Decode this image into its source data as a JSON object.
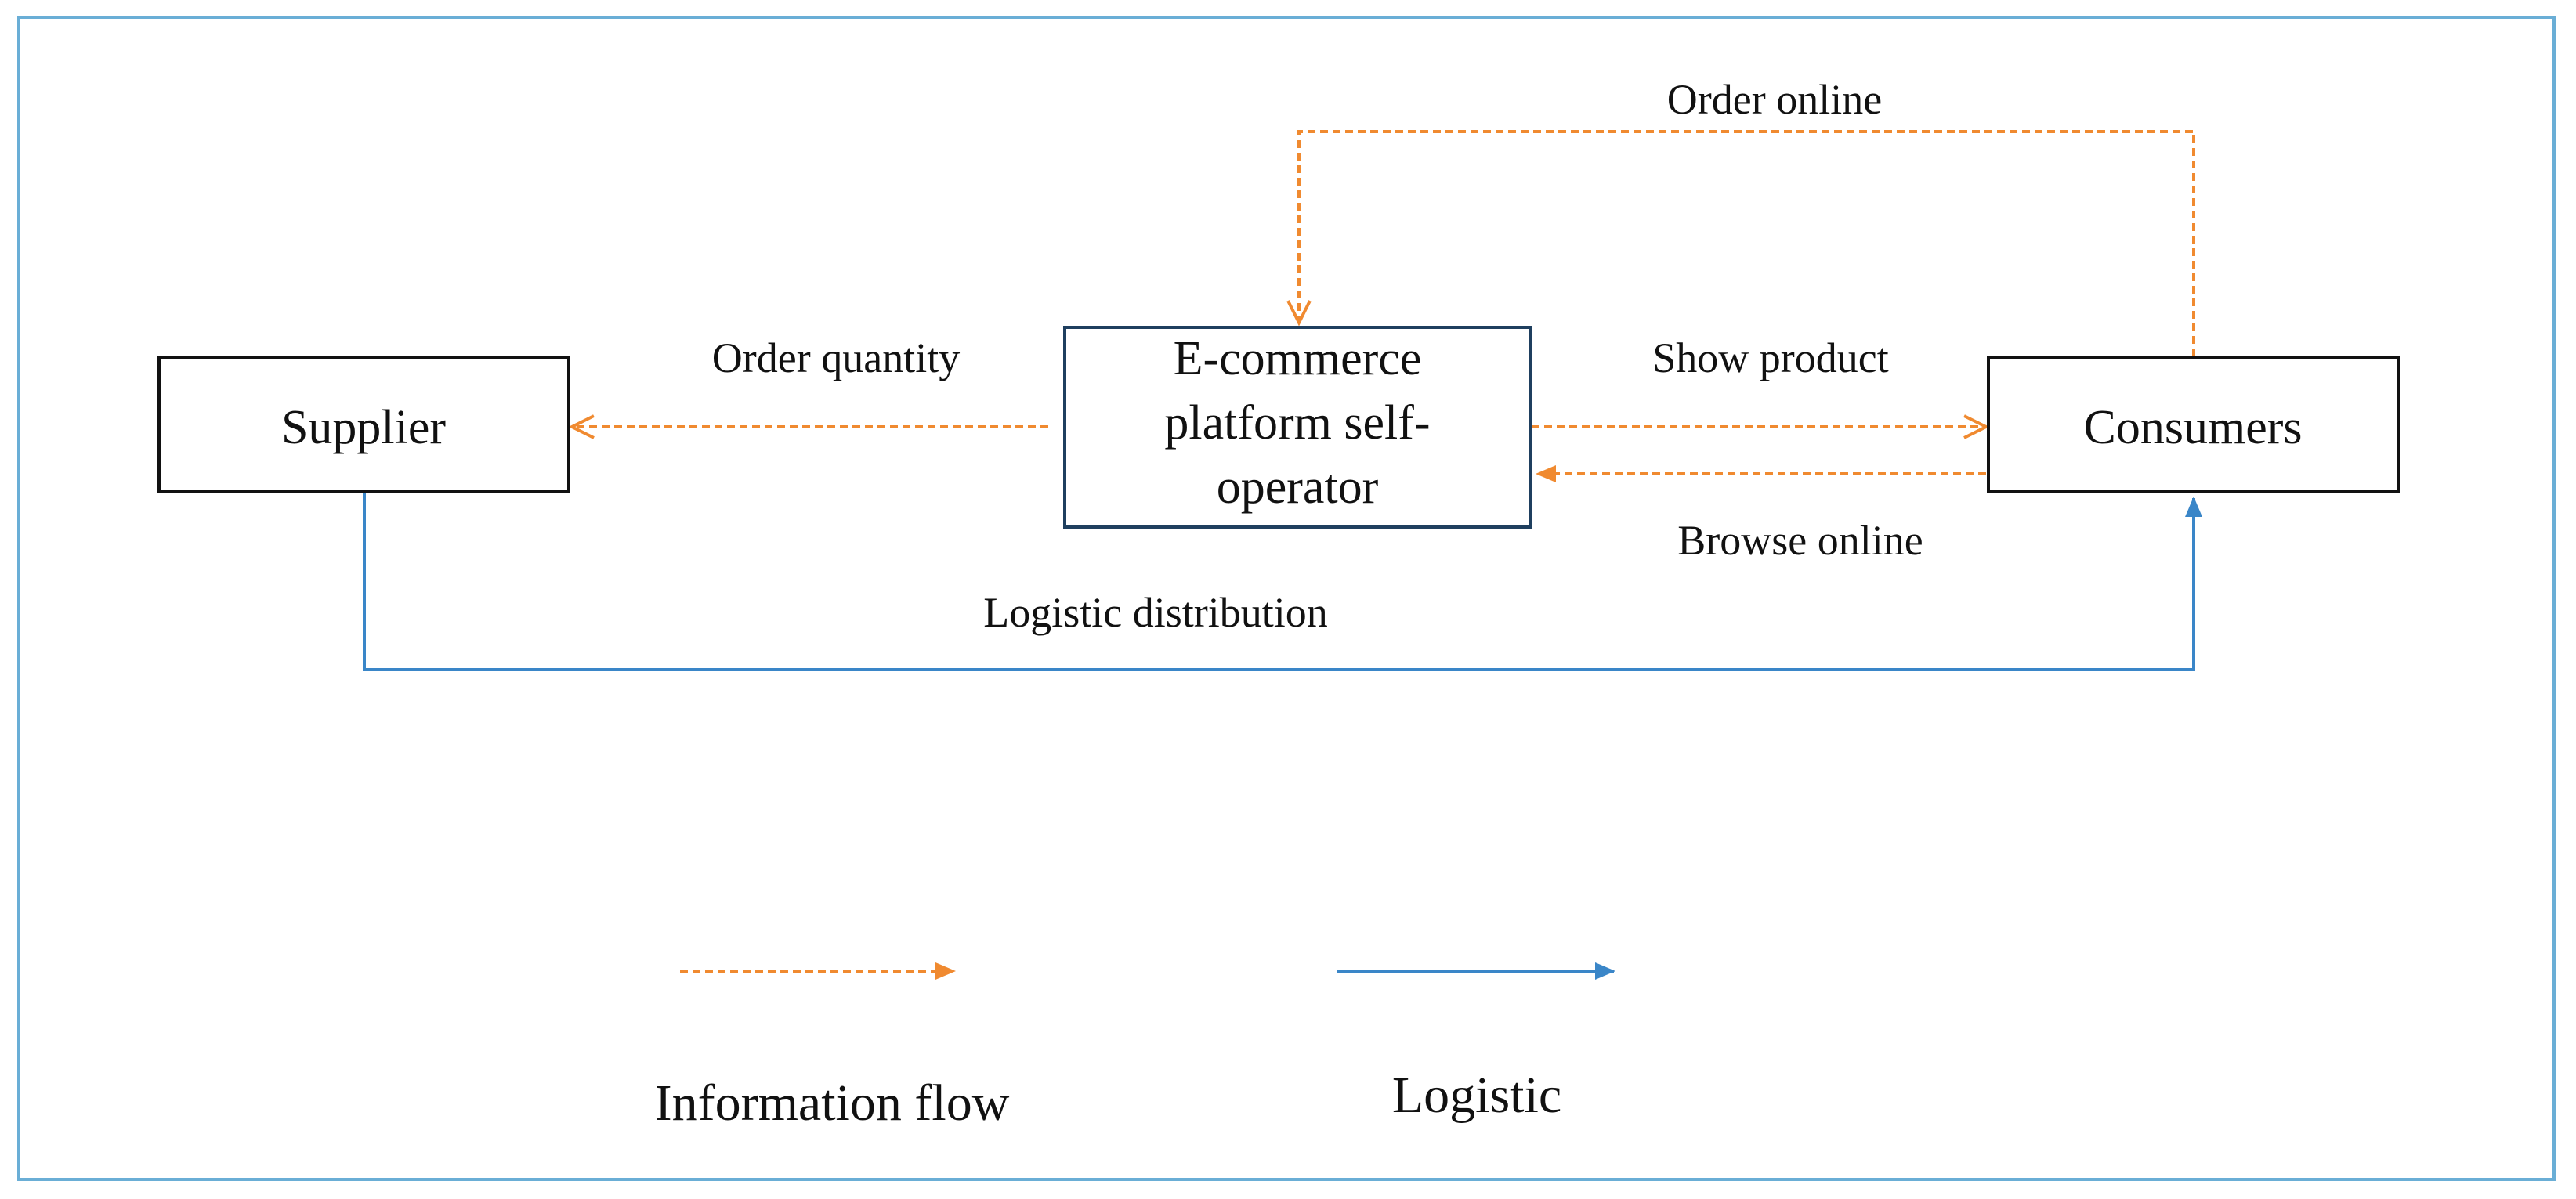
{
  "nodes": {
    "supplier": "Supplier",
    "platform": [
      "E-commerce",
      "platform self-",
      "operator"
    ],
    "consumers": "Consumers"
  },
  "edges": {
    "order_online": "Order online",
    "order_quantity": "Order quantity",
    "show_product": "Show product",
    "browse_online": "Browse online",
    "logistic_distribution": "Logistic distribution"
  },
  "legend": {
    "information_flow": "Information flow",
    "logistic": "Logistic"
  },
  "colors": {
    "information_flow": "#f08a30",
    "logistic": "#3a86c8",
    "frame": "#6aaed6"
  }
}
